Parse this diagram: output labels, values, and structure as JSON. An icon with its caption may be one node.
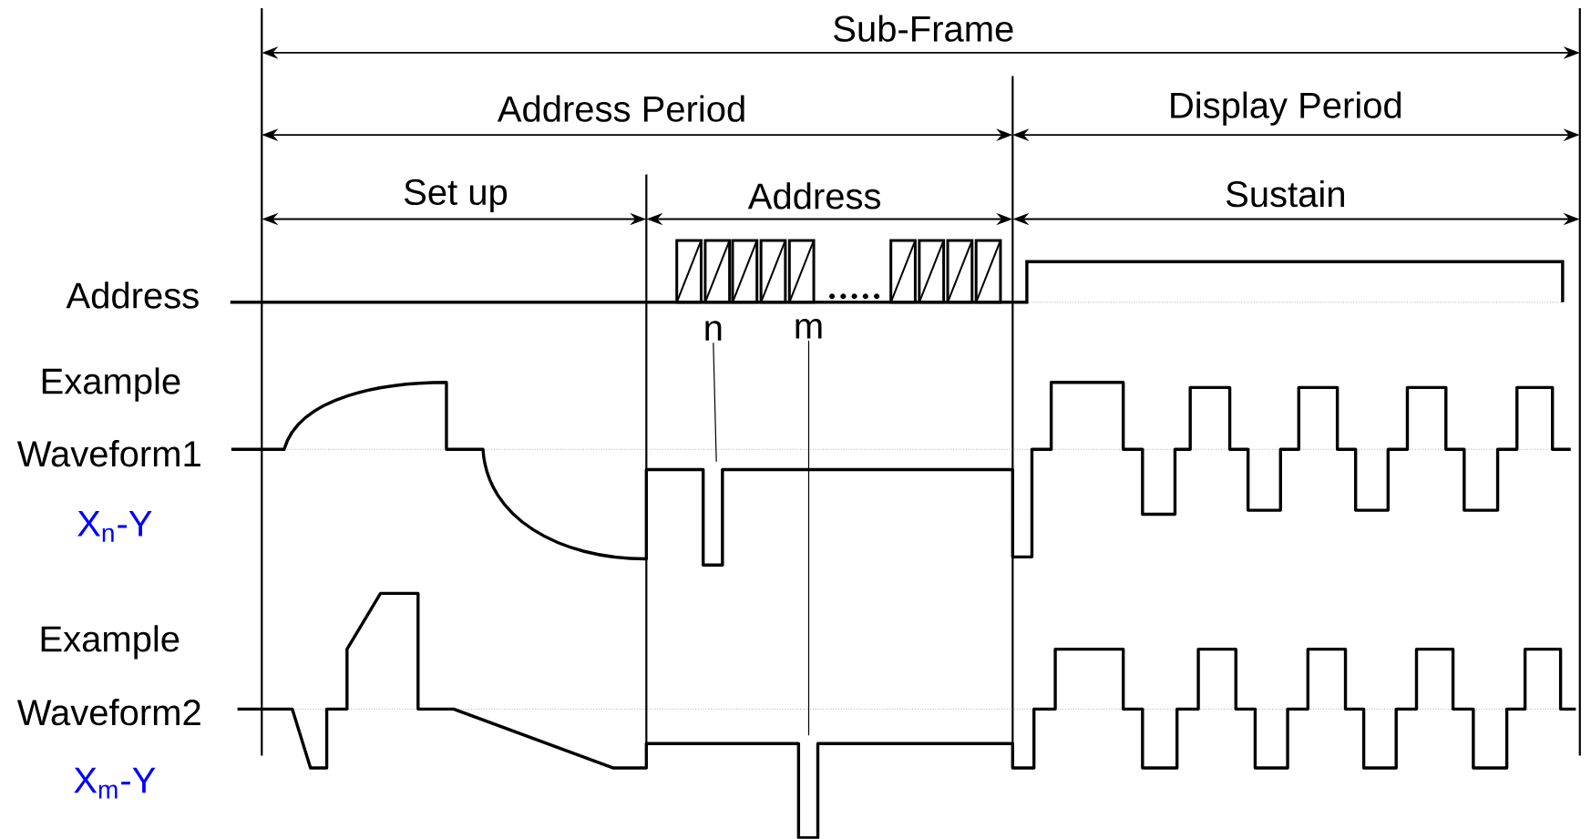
{
  "diagram": {
    "nodes": [
      {
        "text": [
          "n"
        ]
      },
      {
        "text": [
          "m"
        ]
      }
    ],
    "edges": [
      {
        "from": 0,
        "to": null,
        "arrow": "none"
      },
      {
        "from": 1,
        "to": null,
        "arrow": "none"
      }
    ],
    "labels": [
      "Sub-Frame",
      "Address Period",
      "Display Period",
      "Set up",
      "Address",
      "Sustain",
      "Address",
      "Example",
      "Waveform1",
      "X$_{n}$-Y",
      "Example",
      "Waveform2",
      "X$_{m}$-Y"
    ]
  }
}
